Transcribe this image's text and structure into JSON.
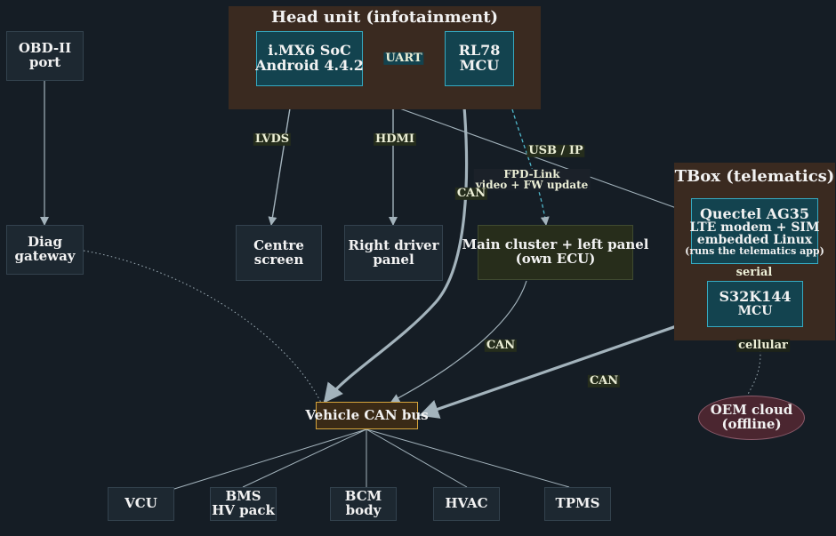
{
  "clusters": {
    "head_unit": {
      "title": "Head unit (infotainment)"
    },
    "tbox": {
      "title": "TBox (telematics)"
    }
  },
  "nodes": {
    "obd_port": [
      "OBD-II",
      "port"
    ],
    "diag_gateway": [
      "Diag",
      "gateway"
    ],
    "imx6_soc": [
      "i.MX6 SoC",
      "Android 4.4.2"
    ],
    "rl78_mcu": [
      "RL78",
      "MCU"
    ],
    "centre_screen": [
      "Centre",
      "screen"
    ],
    "right_driver_panel": [
      "Right driver",
      "panel"
    ],
    "main_cluster": [
      "Main cluster + left panel",
      "(own ECU)"
    ],
    "quectel_modem": [
      "Quectel AG35",
      "LTE modem + SIM",
      "embedded Linux",
      "(runs the telematics app)"
    ],
    "s32k144_mcu": [
      "S32K144",
      "MCU"
    ],
    "oem_cloud": [
      "OEM cloud",
      "(offline)"
    ],
    "vehicle_can_bus": [
      "Vehicle CAN bus"
    ],
    "vcu": [
      "VCU"
    ],
    "bms": [
      "BMS",
      "HV pack"
    ],
    "bcm": [
      "BCM",
      "body"
    ],
    "hvac": [
      "HVAC"
    ],
    "tpms": [
      "TPMS"
    ]
  },
  "edge_labels": {
    "uart": "UART",
    "lvds": "LVDS",
    "hdmi": "HDMI",
    "usb_ip": "USB / IP",
    "fpd_link": [
      "FPD-Link",
      "video + FW update"
    ],
    "can_rl78": "CAN",
    "can_cluster": "CAN",
    "can_s32k": "CAN",
    "serial": "serial",
    "cellular": "cellular"
  },
  "colors": {
    "background": "#151d25",
    "cluster_fill": "#3a2a20",
    "teal_node": "#13434f",
    "teal_border": "#35a9c1",
    "bus_border": "#d5a43c",
    "wire": "#a3b3bc"
  }
}
